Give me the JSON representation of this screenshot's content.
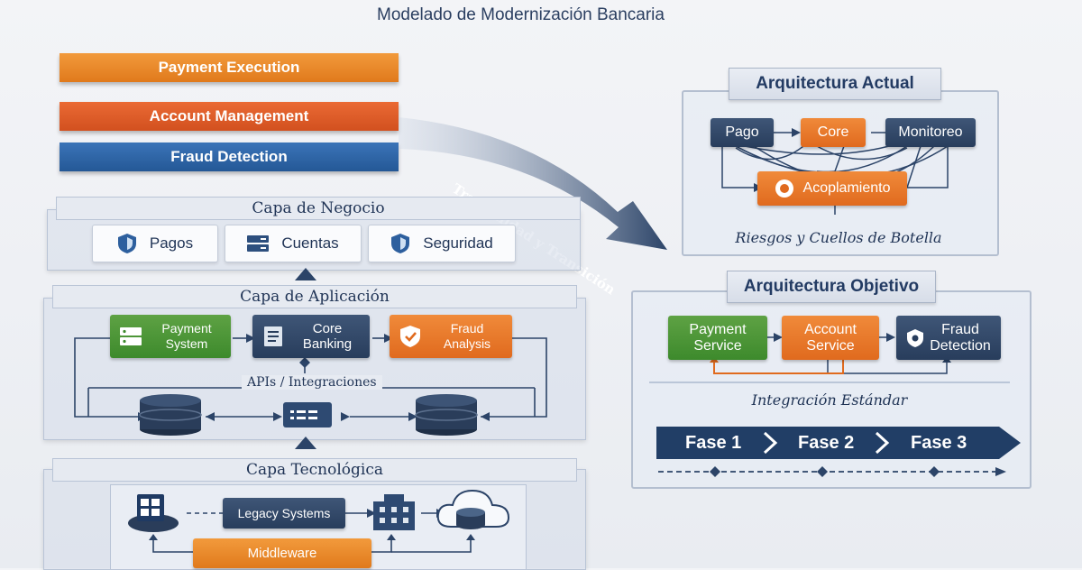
{
  "title": "Modelado de Modernización Bancaria",
  "capabilities": [
    "Payment Execution",
    "Account Management",
    "Fraud Detection"
  ],
  "transition_label": "Trazabilidad y Transición",
  "business_layer": {
    "title": "Capa de Negocio",
    "items": [
      {
        "label": "Pagos",
        "icon": "shield-icon"
      },
      {
        "label": "Cuentas",
        "icon": "server-icon"
      },
      {
        "label": "Seguridad",
        "icon": "shield-icon"
      }
    ]
  },
  "application_layer": {
    "title": "Capa de Aplicación",
    "payment_system": [
      "Payment",
      "System"
    ],
    "core_banking": [
      "Core",
      "Banking"
    ],
    "fraud_analysis": [
      "Fraud",
      "Analysis"
    ],
    "apis_label": "APIs / Integraciones"
  },
  "technology_layer": {
    "title": "Capa Tecnológica",
    "legacy": "Legacy Systems",
    "middleware": "Middleware"
  },
  "current_architecture": {
    "title": "Arquitectura Actual",
    "nodes": {
      "pago": "Pago",
      "core": "Core",
      "monitoreo": "Monitoreo",
      "acoplamiento": "Acoplamiento"
    },
    "caption": "Riesgos y Cuellos de Botella"
  },
  "target_architecture": {
    "title": "Arquitectura Objetivo",
    "payment_service": [
      "Payment",
      "Service"
    ],
    "account_service": [
      "Account",
      "Service"
    ],
    "fraud_detection": [
      "Fraud",
      "Detection"
    ],
    "caption": "Integración Estándar",
    "phases": [
      "Fase 1",
      "Fase 2",
      "Fase 3"
    ]
  },
  "colors": {
    "navy": "#2c4468",
    "orange": "#e8772a",
    "green": "#4a9436",
    "blue": "#2d63a4"
  }
}
